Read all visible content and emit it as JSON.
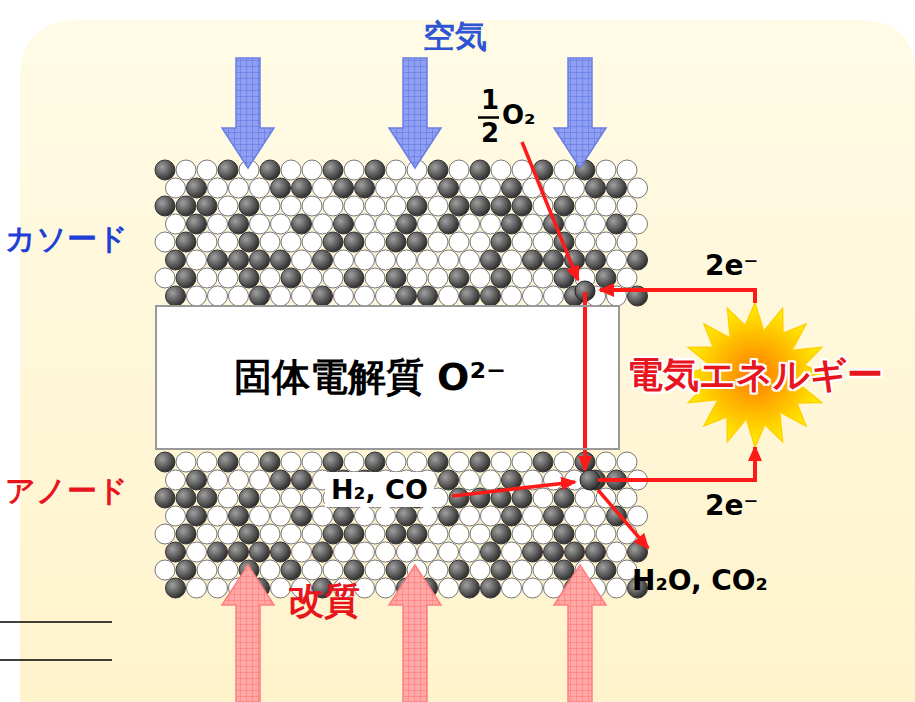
{
  "diagram": {
    "nodes": [
      {
        "text": [
          "カソード"
        ]
      },
      {
        "text": [
          "固体電解質 O²⁻"
        ]
      },
      {
        "text": [
          "アノード",
          "H₂, CO"
        ]
      },
      {
        "text": [
          "電気エネルギー"
        ]
      }
    ],
    "edges": [
      {
        "from": 0,
        "to": 2,
        "arrow": "to"
      },
      {
        "from": 2,
        "to": 3,
        "arrow": "to",
        "label": "2e⁻"
      },
      {
        "from": 3,
        "to": 0,
        "arrow": "to",
        "label": "2e⁻"
      }
    ],
    "labels": [
      "空気",
      "1",
      "2",
      "O₂",
      "H₂O, CO₂",
      "改質"
    ]
  }
}
